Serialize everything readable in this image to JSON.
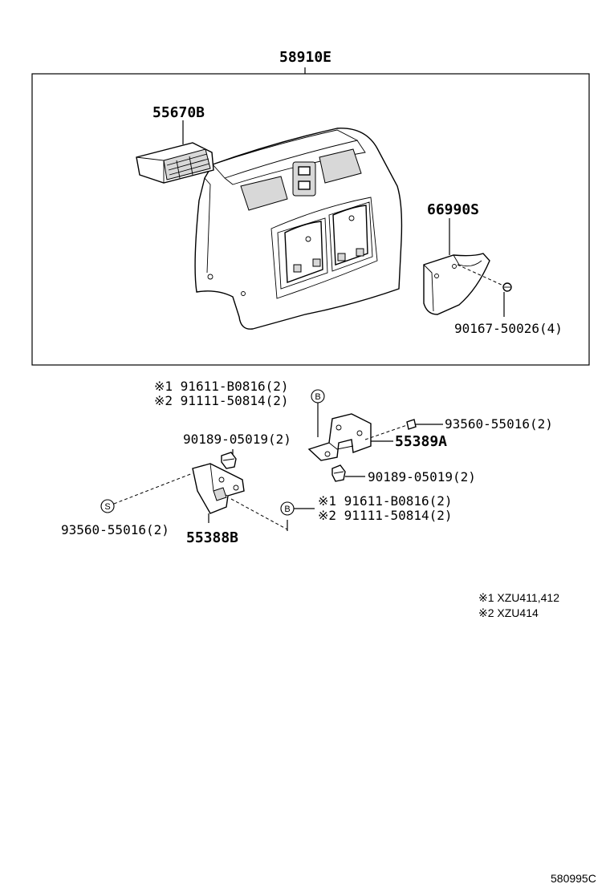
{
  "assembly": {
    "main_part": "58910E",
    "vent_part": "55670B",
    "cover_part": "66990S",
    "cover_screw": "90167-50026(4)"
  },
  "lower_parts": {
    "bolt_set_top_1": "※1 91611-B0816(2)",
    "bolt_set_top_2": "※2 91111-50814(2)",
    "clip_left": "90189-05019(2)",
    "screw_right": "93560-55016(2)",
    "bracket_right": "55389A",
    "clip_right": "90189-05019(2)",
    "bolt_set_bottom_1": "※1 91611-B0816(2)",
    "bolt_set_bottom_2": "※2 91111-50814(2)",
    "screw_left": "93560-55016(2)",
    "bracket_left": "55388B",
    "callout_b": "B",
    "callout_s": "S"
  },
  "notes": {
    "note_1": "※1 XZU411,412",
    "note_2": "※2 XZU414"
  },
  "figure_id": "580995C"
}
